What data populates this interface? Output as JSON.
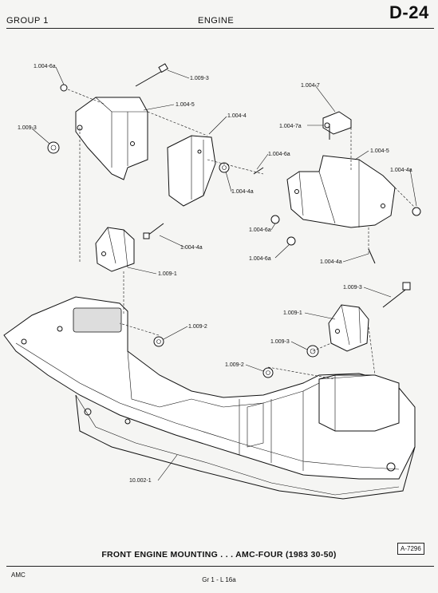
{
  "header": {
    "group": "GROUP 1",
    "section": "ENGINE",
    "page": "D-24"
  },
  "figure": {
    "caption": "FRONT ENGINE MOUNTING . . . AMC-FOUR (1983 30-50)",
    "number": "A-7296",
    "callouts": {
      "c1": "1.004-6a",
      "c2": "1.009-3",
      "c3": "1.004-5",
      "c4": "1.009-3",
      "c5": "1.004-4",
      "c6": "1.004-7",
      "c7": "1.004-7a",
      "c8": "1.004-6a",
      "c9": "1.004-5",
      "c10": "1.004-4a",
      "c11": "1.004-4a",
      "c12": "1.004-4a",
      "c13": "1.004-6a",
      "c14": "1.004-6a",
      "c15": "1.004-4a",
      "c16": "1.009-1",
      "c17": "1.009-3",
      "c18": "1.009-2",
      "c19": "1.009-1",
      "c20": "1.009-3",
      "c21": "1.009-2",
      "c22": "10.002-1"
    }
  },
  "footer": {
    "left": "AMC",
    "center": "Gr 1 - L 16a"
  }
}
